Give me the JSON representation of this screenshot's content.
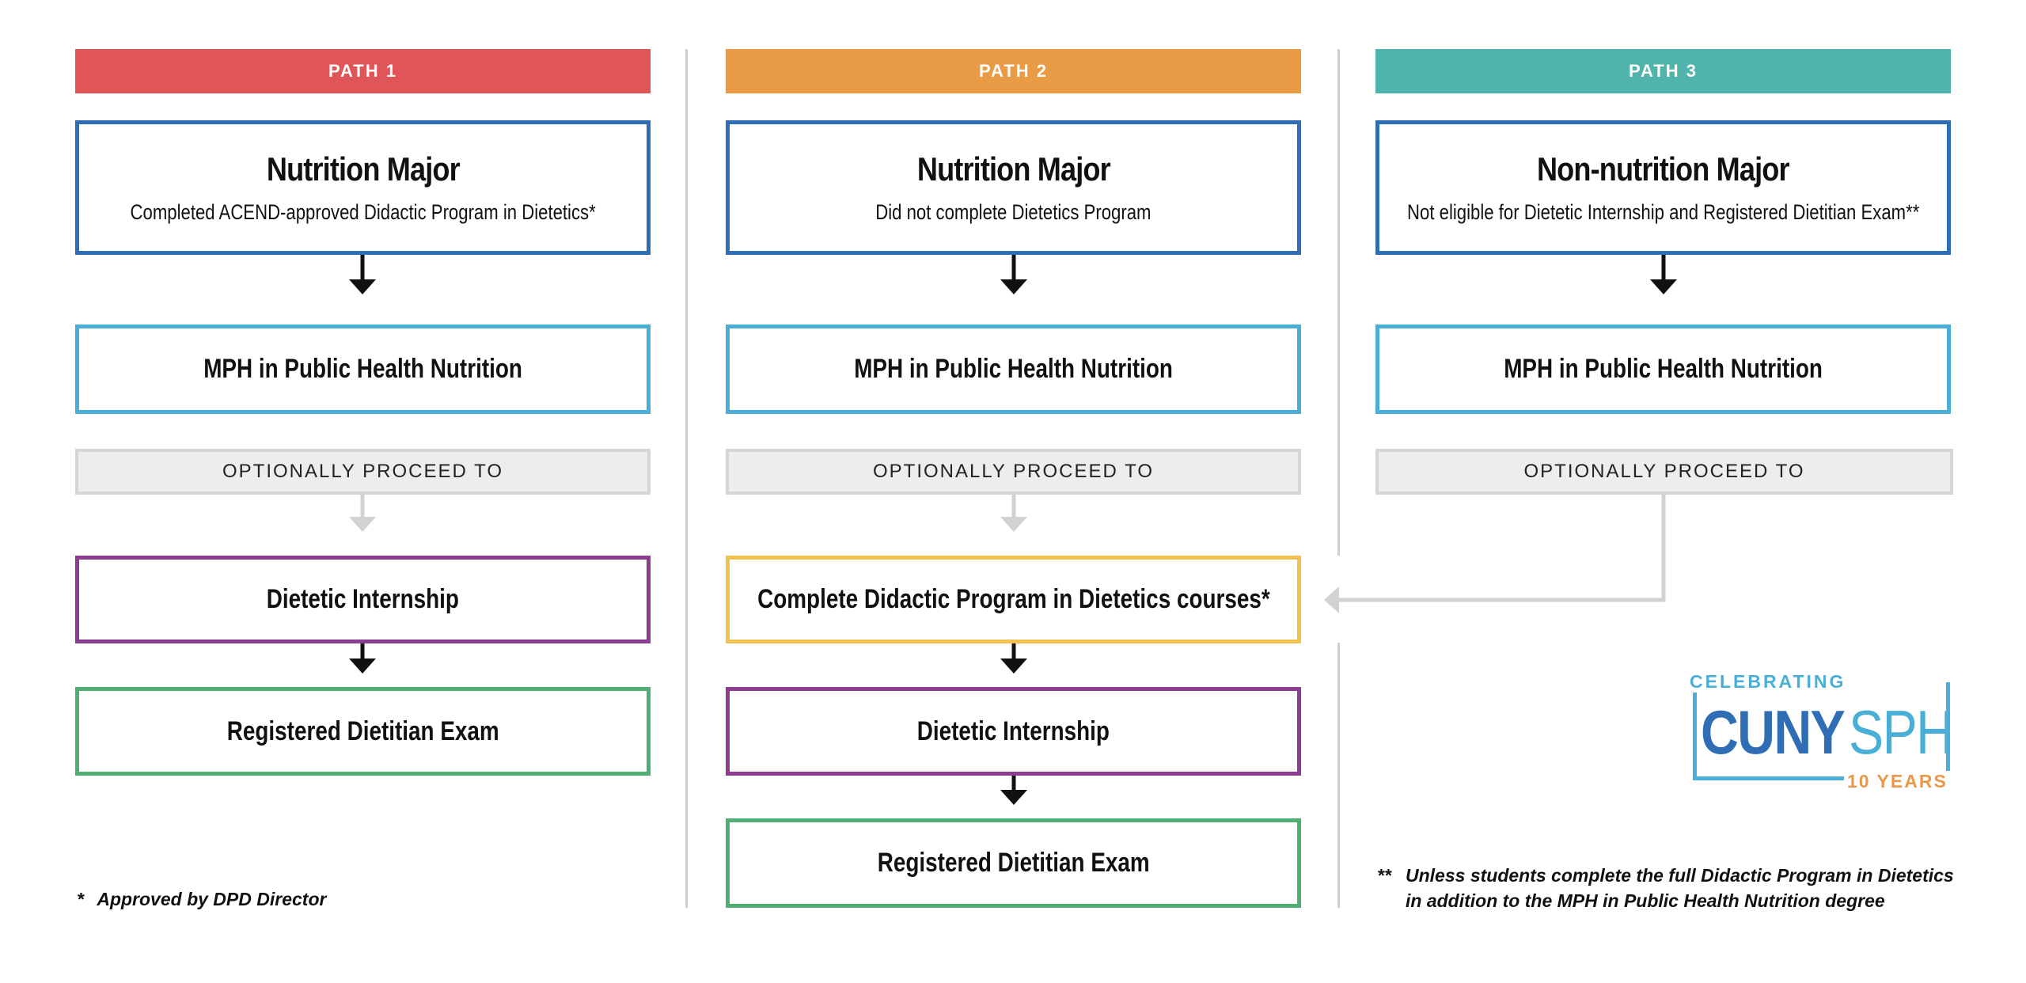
{
  "colors": {
    "path1": "#e05558",
    "path2": "#ea9b46",
    "path3": "#4fb4ab",
    "major_border": "#2f6db5",
    "mph_border": "#4aafd7",
    "internship_border": "#8c3d92",
    "exam_border": "#4faf74",
    "dpd_border": "#f2c14f",
    "optional_fill": "#ededed",
    "arrow_dark": "#111111",
    "arrow_light": "#d2d2d2"
  },
  "paths": [
    {
      "header": "PATH 1",
      "major_title": "Nutrition Major",
      "major_subtitle": "Completed ACEND-approved Didactic Program in Dietetics*",
      "mph": "MPH in Public Health Nutrition",
      "optional": "OPTIONALLY PROCEED TO",
      "steps": [
        "Dietetic Internship",
        "Registered Dietitian Exam"
      ]
    },
    {
      "header": "PATH 2",
      "major_title": "Nutrition Major",
      "major_subtitle": "Did not complete Dietetics Program",
      "mph": "MPH in Public Health Nutrition",
      "optional": "OPTIONALLY PROCEED TO",
      "steps": [
        "Complete Didactic Program in Dietetics courses*",
        "Dietetic Internship",
        "Registered Dietitian Exam"
      ]
    },
    {
      "header": "PATH 3",
      "major_title": "Non-nutrition Major",
      "major_subtitle": "Not eligible for Dietetic Internship and Registered Dietitian Exam**",
      "mph": "MPH in Public Health Nutrition",
      "optional": "OPTIONALLY PROCEED TO"
    }
  ],
  "footnotes": {
    "single_marker": "*",
    "single_text": "Approved by DPD Director",
    "double_marker": "**",
    "double_line1": "Unless students complete the full Didactic Program in Dietetics",
    "double_line2": "in addition to the MPH in Public Health Nutrition degree"
  },
  "logo": {
    "celebrating": "CELEBRATING",
    "cuny": "CUNY",
    "sph": "SPH",
    "years": "10 YEARS"
  }
}
